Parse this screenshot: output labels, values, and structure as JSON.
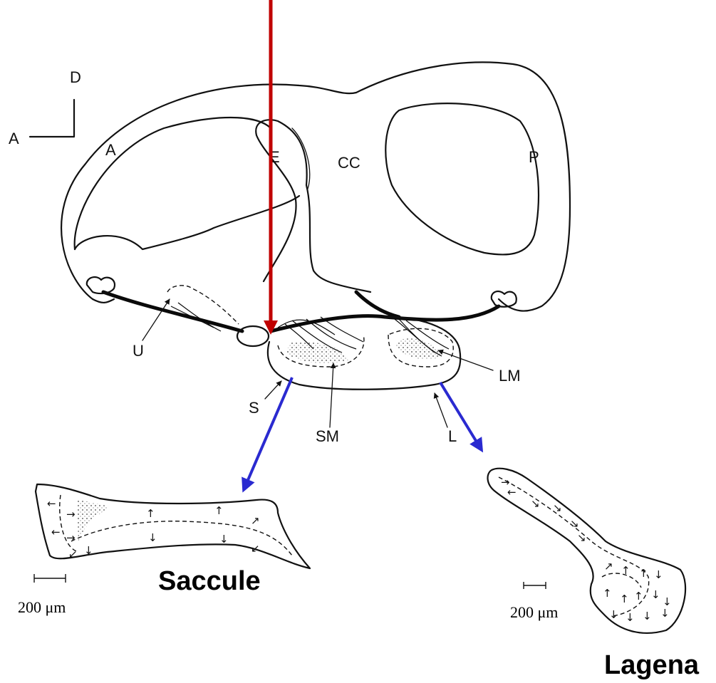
{
  "labels": {
    "dorsal": "D",
    "anterior_axis": "A",
    "anterior": "A",
    "e": "E",
    "cc": "CC",
    "p": "P",
    "u": "U",
    "s": "S",
    "sm": "SM",
    "l": "L",
    "lm": "LM"
  },
  "saccule": {
    "title": "Saccule",
    "scale": "200 μm"
  },
  "lagena": {
    "title": "Lagena",
    "scale": "200 μm"
  },
  "colors": {
    "red_arrow": "#c00000",
    "blue_arrow": "#2a2ad0",
    "ink": "#111111"
  }
}
